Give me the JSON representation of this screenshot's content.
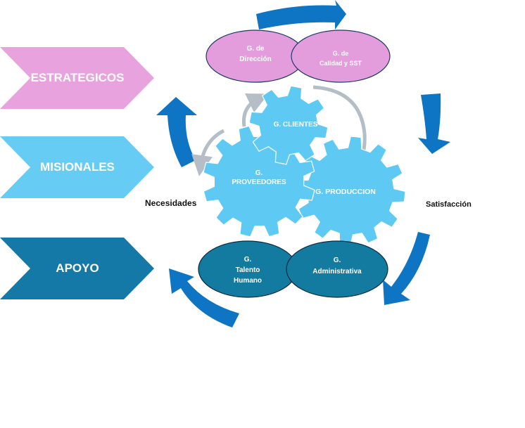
{
  "colors": {
    "estrategicos": "#E8A3DF",
    "misionales": "#66CCF4",
    "apoyo": "#1479A6",
    "arrow_blue": "#0E74C4",
    "arrow_gray": "#B5BEC7",
    "gear": "#5EC9F2",
    "top_circle": "#E39DDD",
    "bottom_circle": "#137AA0"
  },
  "chevrons": {
    "estrategicos": "ESTRATEGICOS",
    "misionales": "MISIONALES",
    "apoyo": "APOYO"
  },
  "top_circles": {
    "direccion_line1": "G. de",
    "direccion_line2": "Dirección",
    "calidad_line1": "G. de",
    "calidad_line2": "Calidad y SST"
  },
  "gears": {
    "clientes": "G. CLIENTES",
    "proveedores_line1": "G.",
    "proveedores_line2": "PROVEEDORES",
    "produccion": "G. PRODUCCION"
  },
  "bottom_circles": {
    "talento_line1": "G.",
    "talento_line2": "Talento",
    "talento_line3": "Humano",
    "admin_line1": "G.",
    "admin_line2": "Administrativa"
  },
  "side_labels": {
    "necesidades": "Necesidades",
    "satisfaccion": "Satisfacción"
  }
}
